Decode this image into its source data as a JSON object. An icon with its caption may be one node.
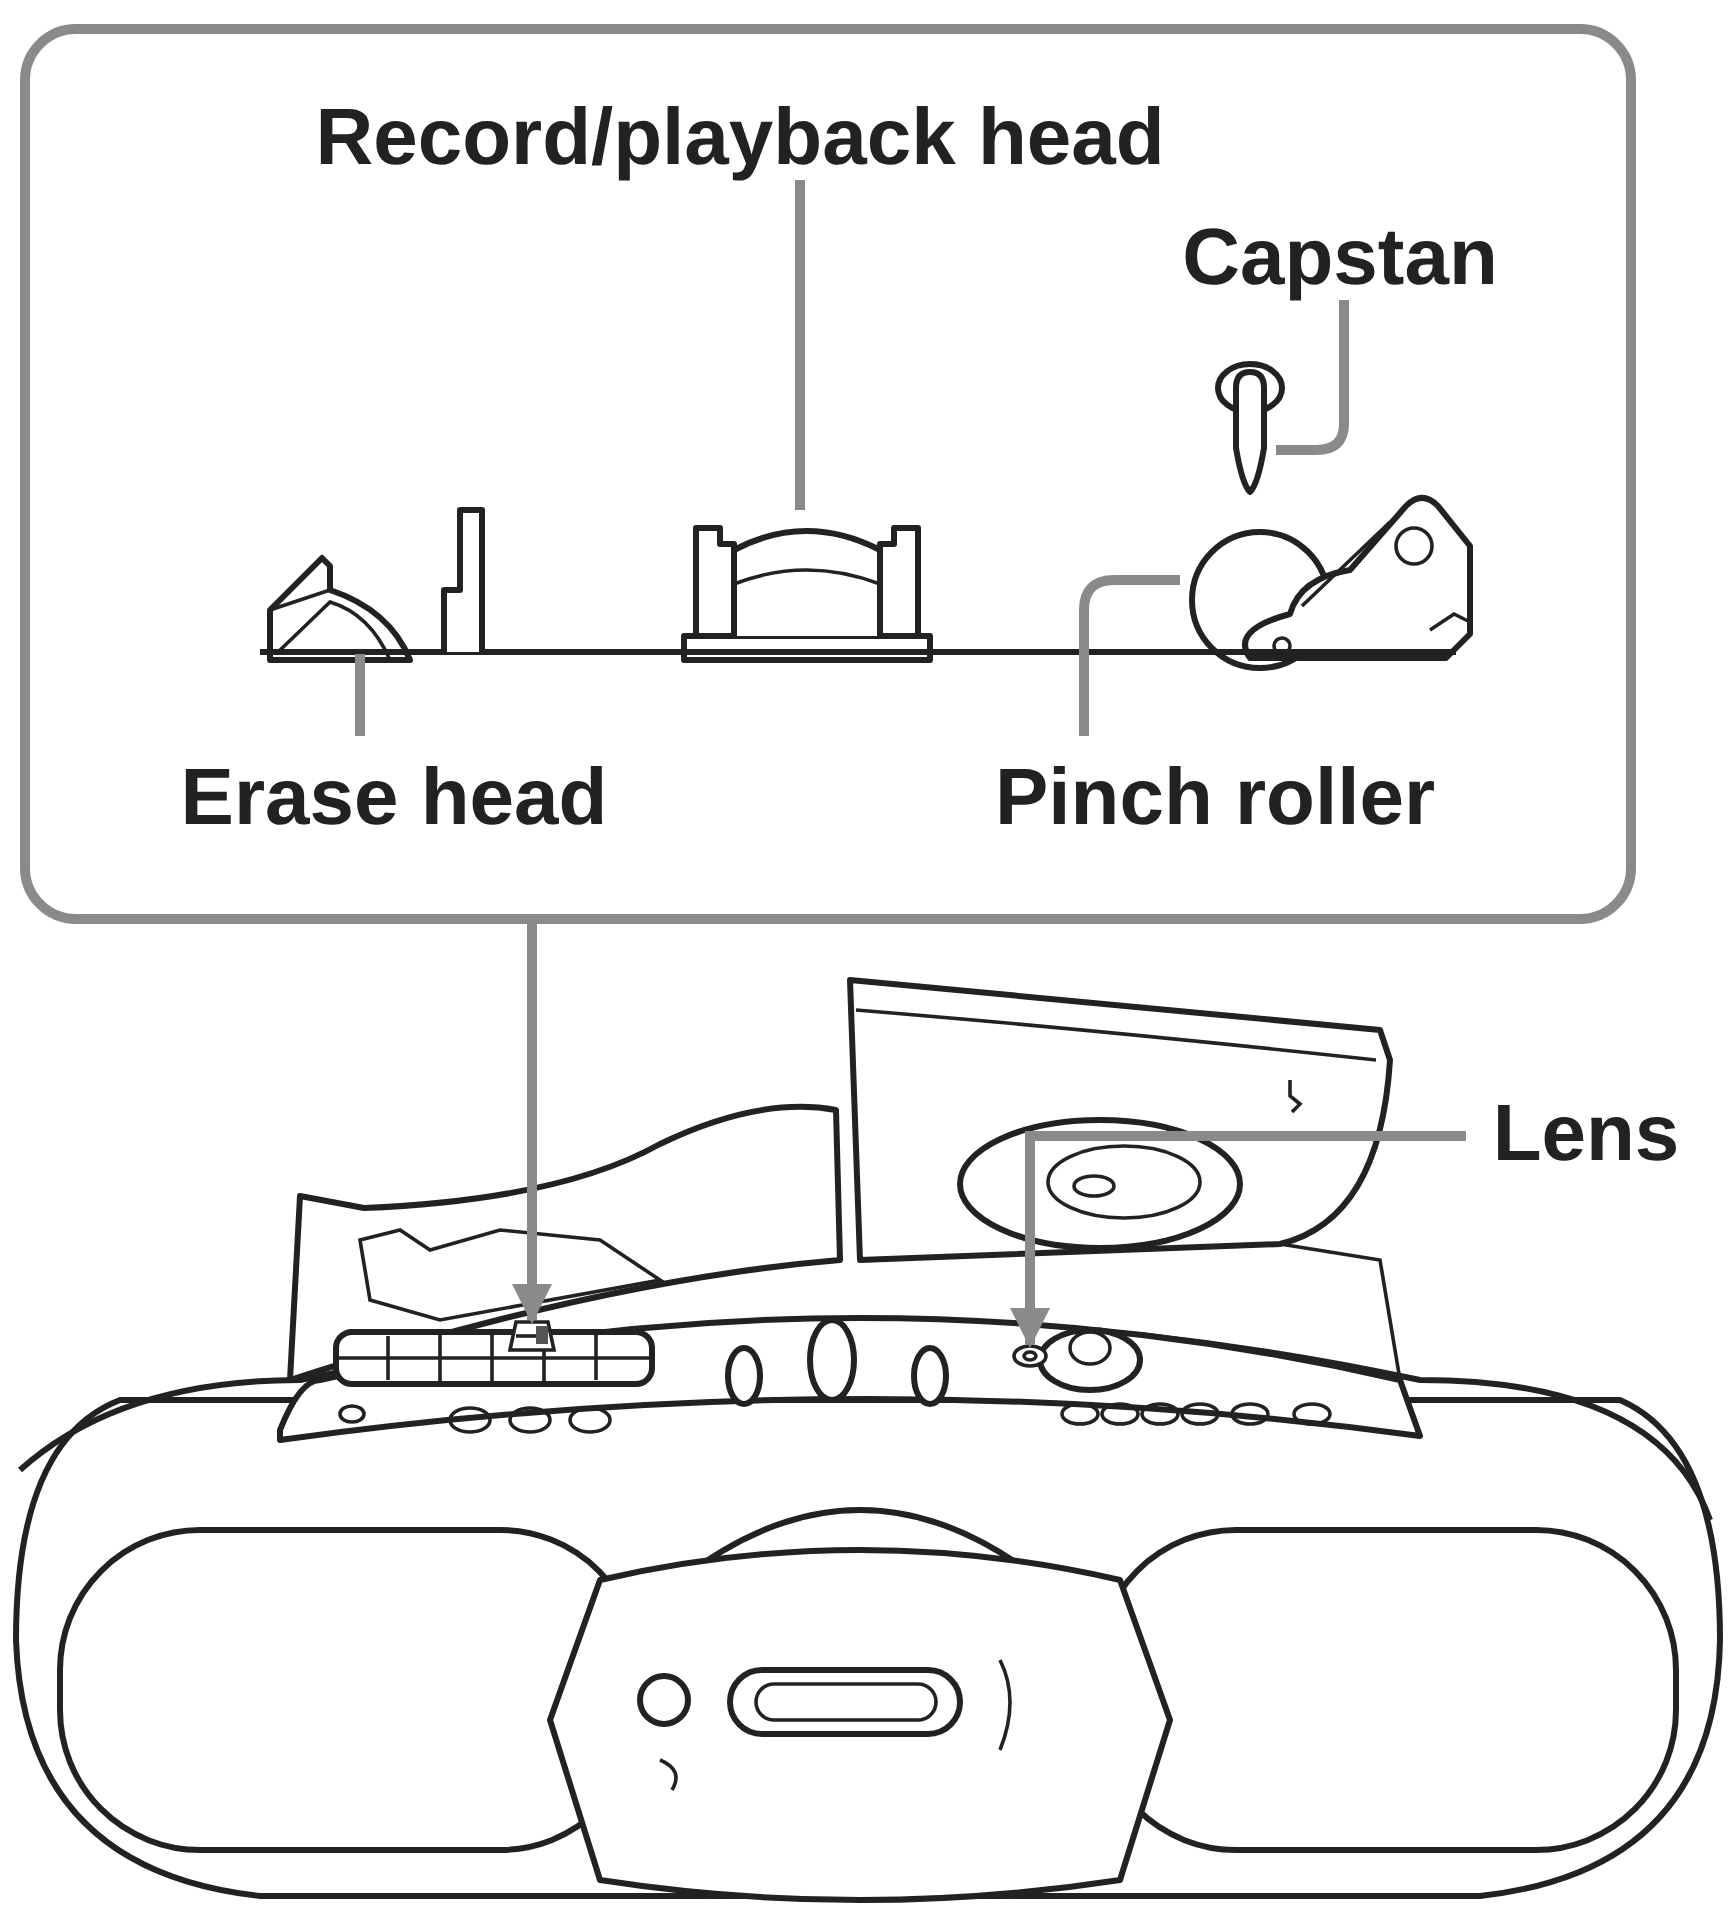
{
  "diagram": {
    "nodes": [
      {
        "text": [],
        "shape": "box"
      },
      {
        "text": [
          "Record/playback head"
        ],
        "in": 0
      },
      {
        "text": [
          "Capstan"
        ],
        "in": 0
      },
      {
        "text": [
          "Erase head"
        ],
        "in": 0
      },
      {
        "text": [
          "Pinch roller"
        ],
        "in": 0
      },
      {
        "text": [],
        "shape": "picture",
        "in": 0
      },
      {
        "text": [],
        "shape": "picture",
        "in": 0
      },
      {
        "text": [],
        "shape": "picture",
        "in": 0
      },
      {
        "text": [],
        "shape": "picture",
        "in": 0
      },
      {
        "text": [
          "Lens"
        ]
      },
      {
        "text": [],
        "shape": "picture"
      },
      {
        "text": [],
        "shape": "picture"
      },
      {
        "text": [],
        "shape": "picture"
      }
    ],
    "edges": [
      {
        "from": 1,
        "to": 5,
        "arrow": "none"
      },
      {
        "from": 2,
        "to": 6,
        "arrow": "none"
      },
      {
        "from": 3,
        "to": 7,
        "arrow": "none"
      },
      {
        "from": 4,
        "to": 8,
        "arrow": "none"
      },
      {
        "from": 0,
        "to": 11,
        "arrow": "to"
      },
      {
        "from": 9,
        "to": 12,
        "arrow": "to"
      }
    ]
  }
}
